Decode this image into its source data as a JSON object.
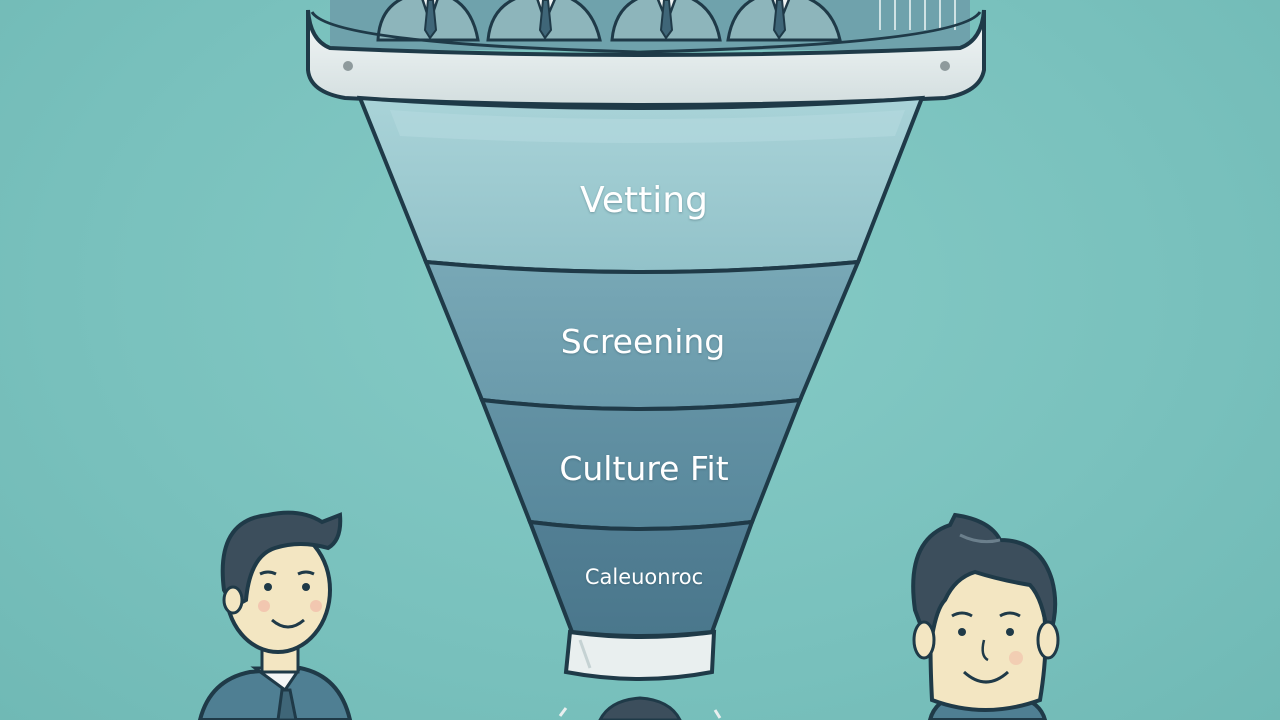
{
  "funnel": {
    "stages": [
      {
        "label": "Vetting"
      },
      {
        "label": "Screening"
      },
      {
        "label": "Culture Fit"
      },
      {
        "label": "Caleuonroc"
      }
    ]
  },
  "colors": {
    "background": "#7cc4c0",
    "stage_top": "#9ccbd1",
    "stage_mid": "#6f9fae",
    "stage_low": "#5c8d9f",
    "stage_bottom": "#4f7f93",
    "rim": "#e4eceb",
    "outline": "#1f3a48",
    "skin": "#f3e6c2",
    "hair": "#3c4e5c",
    "suit": "#4f7f93"
  },
  "icons": {
    "crowd": "candidates-crowd-icon",
    "left_person": "recruiter-left-icon",
    "right_person": "recruiter-right-icon"
  }
}
